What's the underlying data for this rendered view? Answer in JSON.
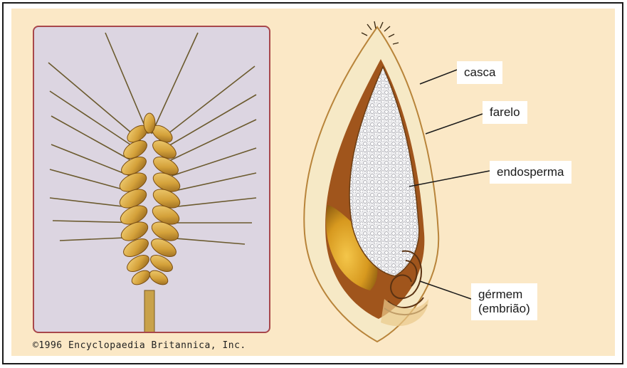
{
  "labels": {
    "husk": "casca",
    "bran": "farelo",
    "endosperm": "endosperma",
    "germ_line1": "gérmem",
    "germ_line2": "(embrião)"
  },
  "credit": "©1996 Encyclopaedia Britannica, Inc.",
  "colors": {
    "background": "#fbe8c6",
    "card": "#dcd5e1",
    "card_border": "#a8474b",
    "grain": "#d7a23a",
    "awn": "#6b5a2e",
    "husk_fill": "#f6e9c6",
    "bran": "#a0551c",
    "endosperm": "#e9e9ec"
  }
}
